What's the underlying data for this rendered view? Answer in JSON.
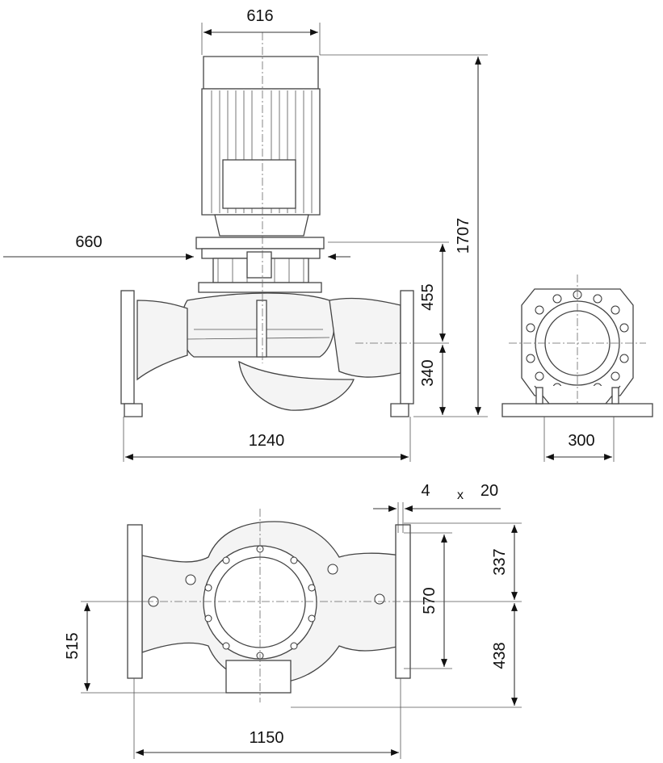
{
  "drawing": {
    "dimensions": {
      "motor_width": "616",
      "total_height": "1707",
      "width_660": "660",
      "height_455": "455",
      "height_340": "340",
      "length_1240": "1240",
      "flange_300": "300",
      "bolt_count": "4",
      "bolt_times": "x",
      "bolt_dia": "20",
      "height_570": "570",
      "height_337": "337",
      "height_438": "438",
      "height_515": "515",
      "length_1150": "1150"
    }
  }
}
